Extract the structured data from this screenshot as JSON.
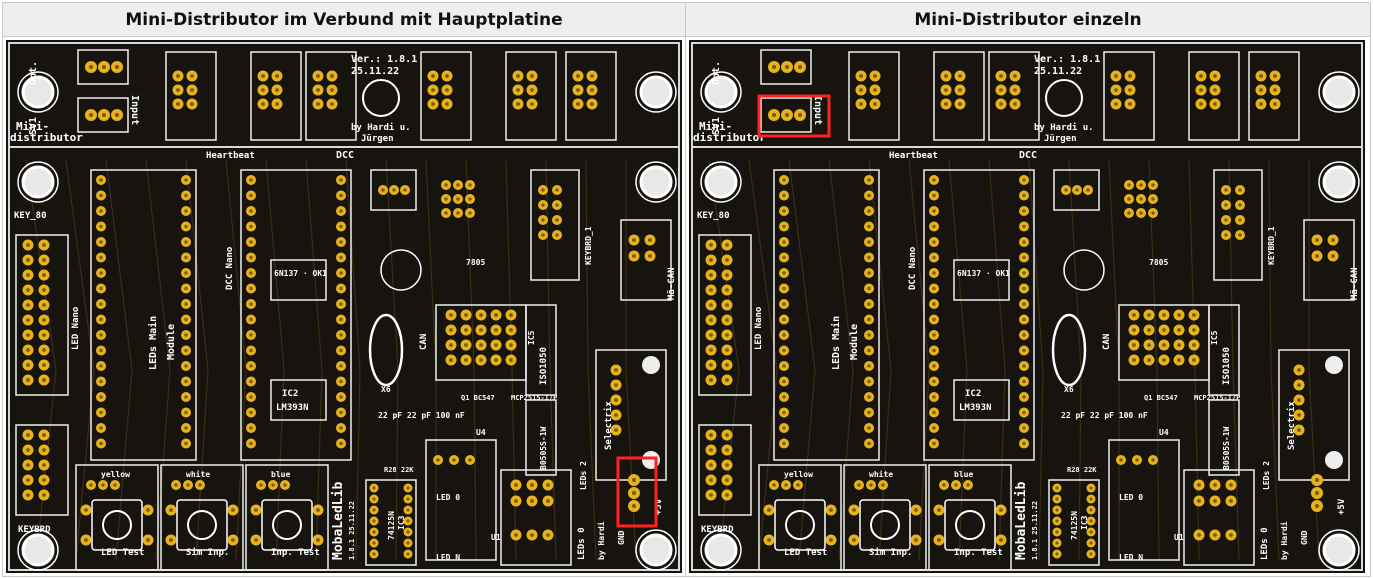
{
  "headers": {
    "left": "Mini-Distributor im Verbund mit Hauptplatine",
    "right": "Mini-Distributor einzeln"
  },
  "board_labels": {
    "version": "Ver.: 1.8.1",
    "date": "25.11.22",
    "author": "by Hardi u.",
    "author2": "Jürgen",
    "mini": "Mini-",
    "distributor": "distributor",
    "opt": "Opt.",
    "sv1": "SV1",
    "input": "Input",
    "heartbeat": "Heartbeat",
    "dcc": "DCC",
    "key80": "KEY_80",
    "led_nano": "LED Nano",
    "dcc_nano": "DCC Nano",
    "leds_main": "LEDs Main",
    "module": "Module",
    "ok1": "6N137 · OK1",
    "ic2": "IC2",
    "lm393": "LM393N",
    "can": "CAN",
    "lm7805": "7805",
    "iso": "ISO1050",
    "ic5": "IC5",
    "ic6": "B0505S-1W",
    "selectrix": "Selectrix",
    "mb_can": "Mä-CAN",
    "keybrd1": "KEYBRD_1",
    "keybrd": "KEYBRD",
    "yellow": "yellow",
    "white": "white",
    "blue": "blue",
    "led_test": "LED Test",
    "sim_inp": "Sim Inp.",
    "inp_test": "Inp. Test",
    "mobaledlib": "MobaLedLib",
    "mobaver": "1.8.1 25.11.22",
    "leds0": "LEDs 0",
    "leds2": "LEDs 2",
    "by_hardi": "by Hardi",
    "gnd": "GND",
    "plus5v": "+5V",
    "ic3": "IC3",
    "ic3b": "74125N",
    "r28": "R28 22K",
    "q1": "Q1 BC547",
    "mcp": "MCP2515-I/P",
    "c_22pf": "22 pF  22 pF  100 nF",
    "x6": "X6",
    "led0": "LED 0",
    "ledn": "LED N",
    "u1": "U1",
    "u4": "U4"
  }
}
